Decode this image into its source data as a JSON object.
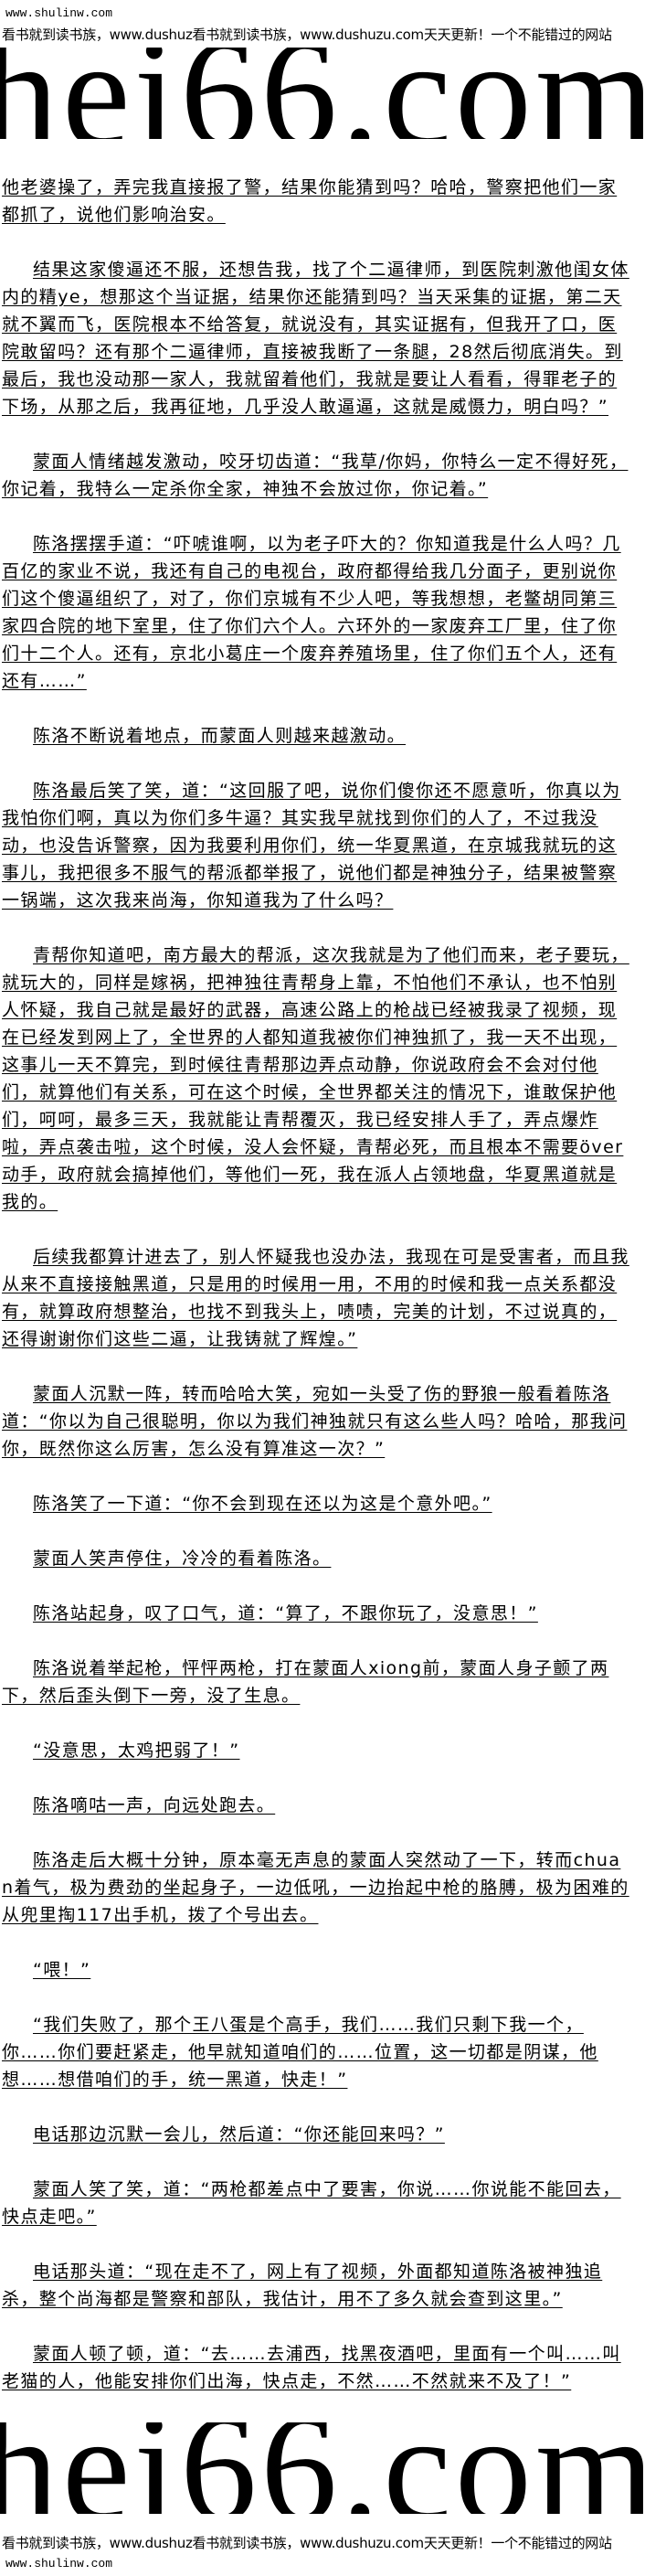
{
  "header": {
    "site": "www.shulinw.com",
    "tagline": "看书就到读书族，www.dushuz看书就到读书族，www.dushuzu.com天天更新！一个不能错过的网站",
    "logo": "hei66.com"
  },
  "paragraphs": [
    "他老婆操了，弄完我直接报了警，结果你能猜到吗？哈哈，警察把他们一家都抓了，说他们影响治安。",
    "结果这家傻逼还不服，还想告我，找了个二逼律师，到医院刺激他闺女体内的精ye，想那这个当证据，结果你还能猜到吗？当天采集的证据，第二天就不翼而飞，医院根本不给答复，就说没有，其实证据有，但我开了口，医院敢留吗？还有那个二逼律师，直接被我断了一条腿，28然后彻底消失。到最后，我也没动那一家人，我就留着他们，我就是要让人看看，得罪老子的下场，从那之后，我再征地，几乎没人敢逼逼，这就是威慑力，明白吗？”",
    "蒙面人情绪越发激动，咬牙切齿道：“我草/你妈，你特么一定不得好死，你记着，我特么一定杀你全家，神独不会放过你，你记着。”",
    "陈洛摆摆手道：“吓唬谁啊，以为老子吓大的？你知道我是什么人吗？几百亿的家业不说，我还有自己的电视台，政府都得给我几分面子，更别说你们这个傻逼组织了，对了，你们京城有不少人吧，等我想想，老鳖胡同第三家四合院的地下室里，住了你们六个人。六环外的一家废弃工厂里，住了你们十二个人。还有，京北小葛庄一个废弃养殖场里，住了你们五个人，还有还有……”",
    "陈洛不断说着地点，而蒙面人则越来越激动。",
    "陈洛最后笑了笑，道：“这回服了吧，说你们傻你还不愿意听，你真以为我怕你们啊，真以为你们多牛逼？其实我早就找到你们的人了，不过我没动，也没告诉警察，因为我要利用你们，统一华夏黑道，在京城我就玩的这事儿，我把很多不服气的帮派都举报了，说他们都是神独分子，结果被警察一锅端，这次我来尚海，你知道我为了什么吗？",
    "青帮你知道吧，南方最大的帮派，这次我就是为了他们而来，老子要玩，就玩大的，同样是嫁祸，把神独往青帮身上靠，不怕他们不承认，也不怕别人怀疑，我自己就是最好的武器，高速公路上的枪战已经被我录了视频，现在已经发到网上了，全世界的人都知道我被你们神独抓了，我一天不出现，这事儿一天不算完，到时候往青帮那边弄点动静，你说政府会不会对付他们，就算他们有关系，可在这个时候，全世界都关注的情况下，谁敢保护他们，呵呵，最多三天，我就能让青帮覆灭，我已经安排人手了，弄点爆炸啦，弄点袭击啦，这个时候，没人会怀疑，青帮必死，而且根本不需要över动手，政府就会搞掉他们，等他们一死，我在派人占领地盘，华夏黑道就是我的。",
    "后续我都算计进去了，别人怀疑我也没办法，我现在可是受害者，而且我从来不直接接触黑道，只是用的时候用一用，不用的时候和我一点关系都没有，就算政府想整治，也找不到我头上，啧啧，完美的计划，不过说真的，还得谢谢你们这些二逼，让我铸就了辉煌。”",
    "蒙面人沉默一阵，转而哈哈大笑，宛如一头受了伤的野狼一般看着陈洛道：“你以为自己很聪明，你以为我们神独就只有这么些人吗？哈哈，那我问你，既然你这么厉害，怎么没有算准这一次？”",
    "陈洛笑了一下道：“你不会到现在还以为这是个意外吧。”",
    "蒙面人笑声停住，冷冷的看着陈洛。",
    "陈洛站起身，叹了口气，道：“算了，不跟你玩了，没意思！”",
    "陈洛说着举起枪，怦怦两枪，打在蒙面人xiong前，蒙面人身子颤了两下，然后歪头倒下一旁，没了生息。",
    "“没意思，太鸡把弱了！”",
    "陈洛嘀咕一声，向远处跑去。",
    "陈洛走后大概十分钟，原本毫无声息的蒙面人突然动了一下，转而chuan着气，极为费劲的坐起身子，一边低吼，一边抬起中枪的胳膊，极为困难的从兜里掏117出手机，拨了个号出去。",
    "“喂！”",
    "“我们失败了，那个王八蛋是个高手，我们……我们只剩下我一个，你……你们要赶紧走，他早就知道咱们的……位置，这一切都是阴谋，他想……想借咱们的手，统一黑道，快走！”",
    "电话那边沉默一会儿，然后道：“你还能回来吗？”",
    "蒙面人笑了笑，道：“两枪都差点中了要害，你说……你说能不能回去，快点走吧。”",
    "电话那头道：“现在走不了，网上有了视频，外面都知道陈洛被神独追杀，整个尚海都是警察和部队，我估计，用不了多久就会查到这里。”",
    "蒙面人顿了顿，道：“去……去浦西，找黑夜酒吧，里面有一个叫……叫老猫的人，他能安排你们出海，快点走，不然……不然就来不及了！”"
  ]
}
